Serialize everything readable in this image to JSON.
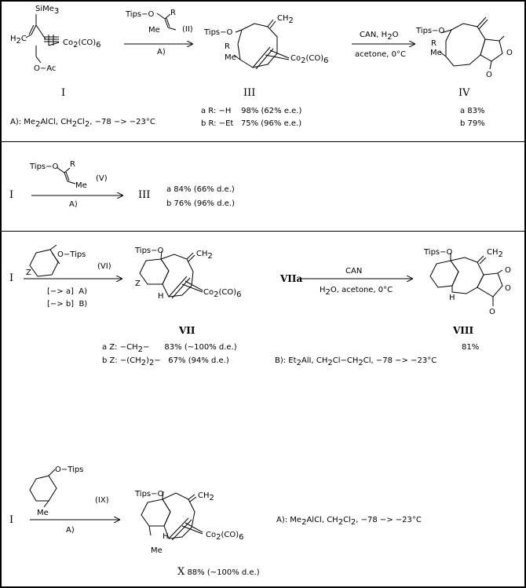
{
  "row1": {
    "r_tms": "SiMe",
    "r_tms_sub": "3",
    "r_h2c": "H",
    "r_h2c_sub": "2",
    "r_h2c_c": "C",
    "r_co_base": "Co",
    "r_co_sub2": "2",
    "r_co_paren": "(CO)",
    "r_co_sub6": "6",
    "r_oac": "O−Ac",
    "r_num": "I",
    "enol_tips": "Tips−O",
    "enol_r": "R",
    "enol_me": "Me",
    "enol_num": "(II)",
    "arrow1_below": "A)",
    "p_tips": "Tips−O",
    "p_r": "R",
    "p_me": "Me",
    "p_ch2": "CH",
    "p_ch2_sub": "2",
    "p_co": "Co",
    "p_co_sub2": "2",
    "p_co_paren": "(CO)",
    "p_co_sub6": "6",
    "p_num": "III",
    "arrow2_above": "CAN, H",
    "arrow2_above_sub": "2",
    "arrow2_above_o": "O",
    "arrow2_below": "acetone, 0°C",
    "q_tips": "Tips−O",
    "q_r": "R",
    "q_me": "Me",
    "q_o": "O",
    "q_num": "IV",
    "cond_a": "A): Me",
    "cond_a_sub": "2",
    "cond_a_tail": "AlCl,  CH",
    "cond_a_sub2": "2",
    "cond_a_cl": "Cl",
    "cond_a_sub3": "2",
    "cond_a_temp": ",  −78 −> −23°C",
    "yield_iiia": "a R: −H    98% (62% e.e.)",
    "yield_iiib": "b R: −Et   75% (96% e.e.)",
    "yield_iva": "a 83%",
    "yield_ivb": "b 79%"
  },
  "row2": {
    "start": "I",
    "enol_tips": "Tips−O",
    "enol_r": "R",
    "enol_me": "Me",
    "enol_num": "(V)",
    "arrow_below": "A)",
    "product": "III",
    "yield_a": "a 84% (66% d.e.)",
    "yield_b": "b 76% (96% d.e.)"
  },
  "row3": {
    "start": "I",
    "enol_tips": "O−Tips",
    "enol_z": "Z",
    "enol_num": "(VI)",
    "arrow_below_1": "[−> a]  A)",
    "arrow_below_2": "[−> b]  B)",
    "p_tips": "Tips−O",
    "p_z": "Z",
    "p_h": "H",
    "p_ch2": "CH",
    "p_ch2_sub": "2",
    "p_co": "Co",
    "p_co_sub2": "2",
    "p_co_paren": "(CO)",
    "p_co_sub6": "6",
    "p_num": "VII",
    "mid_num": "VIIa",
    "arrow2_above": "CAN",
    "arrow2_below": "H",
    "arrow2_below_sub": "2",
    "arrow2_below_tail": "O, acetone, 0°C",
    "q_tips": "Tips−O",
    "q_ch2": "CH",
    "q_ch2_sub": "2",
    "q_o": "O",
    "q_h": "H",
    "q_num": "VIII",
    "yield_viia": "a Z: −CH",
    "yield_viia_sub": "2",
    "yield_viia_tail": "−      83% (~100% d.e.)",
    "yield_viib": "b Z: −(CH",
    "yield_viib_sub": "2",
    "yield_viib_mid": ")",
    "yield_viib_sub2": "2",
    "yield_viib_tail": "−   67% (94% d.e.)",
    "yield_viii": "81%",
    "cond_b": "B): Et",
    "cond_b_sub": "2",
    "cond_b_tail": "AlI,  CH",
    "cond_b_sub2": "2",
    "cond_b_mid": "Cl−CH",
    "cond_b_sub3": "2",
    "cond_b_temp": "Cl,  −78 −> −23°C"
  },
  "row4": {
    "start": "I",
    "enol_tips": "O−Tips",
    "enol_me": "Me",
    "enol_num": "(IX)",
    "arrow_below": "A)",
    "p_tips": "Tips−O",
    "p_h": "H",
    "p_me": "Me",
    "p_ch2": "CH",
    "p_ch2_sub": "2",
    "p_co": "Co",
    "p_co_sub2": "2",
    "p_co_paren": "(CO)",
    "p_co_sub6": "6",
    "p_num": "X",
    "p_yield": " 88% (~100% d.e.)",
    "cond_a": "A): Me",
    "cond_a_sub": "2",
    "cond_a_tail": "AlCl,  CH",
    "cond_a_sub2": "2",
    "cond_a_cl": "Cl",
    "cond_a_sub3": "2",
    "cond_a_temp": ",  −78 −> −23°C"
  }
}
